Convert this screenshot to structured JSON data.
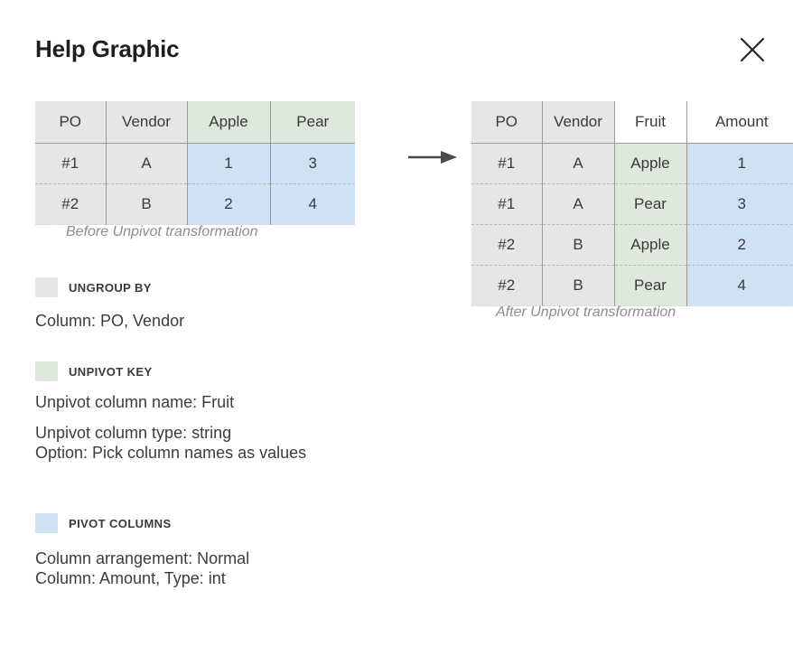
{
  "header": {
    "title": "Help Graphic",
    "close_icon": "close-icon"
  },
  "diagram": {
    "arrow_icon": "arrow-right-icon",
    "before": {
      "caption": "Before Unpivot transformation",
      "columns": [
        "PO",
        "Vendor",
        "Apple",
        "Pear"
      ],
      "header_colors": [
        "#e6e6e6",
        "#e6e6e6",
        "#dfe8dd",
        "#dfe8dd"
      ],
      "rows": [
        [
          "#1",
          "A",
          "1",
          "3"
        ],
        [
          "#2",
          "B",
          "2",
          "4"
        ]
      ],
      "cell_colors": [
        "#e6e6e6",
        "#e6e6e6",
        "#cfe2f3",
        "#cfe2f3"
      ]
    },
    "after": {
      "caption": "After Unpivot transformation",
      "columns": [
        "PO",
        "Vendor",
        "Fruit",
        "Amount"
      ],
      "header_colors": [
        "#e6e6e6",
        "#e6e6e6",
        "#ffffff",
        "#ffffff"
      ],
      "rows": [
        [
          "#1",
          "A",
          "Apple",
          "1"
        ],
        [
          "#1",
          "A",
          "Pear",
          "3"
        ],
        [
          "#2",
          "B",
          "Apple",
          "2"
        ],
        [
          "#2",
          "B",
          "Pear",
          "4"
        ]
      ],
      "cell_colors": [
        "#e6e6e6",
        "#e6e6e6",
        "#dfe8dd",
        "#cfe2f3"
      ]
    }
  },
  "legend": {
    "ungroup_by": {
      "title": "UNGROUP BY",
      "swatch_color": "#e6e6e6",
      "lines": [
        "Column: PO, Vendor"
      ]
    },
    "unpivot_key": {
      "title": "UNPIVOT KEY",
      "swatch_color": "#dfe8dd",
      "lines": [
        "Unpivot column name: Fruit",
        "Unpivot column type: string",
        "Option: Pick column names as values"
      ]
    },
    "pivot_columns": {
      "title": "PIVOT COLUMNS",
      "swatch_color": "#cfe2f3",
      "lines": [
        "Column arrangement: Normal",
        "Column: Amount, Type: int"
      ]
    }
  }
}
